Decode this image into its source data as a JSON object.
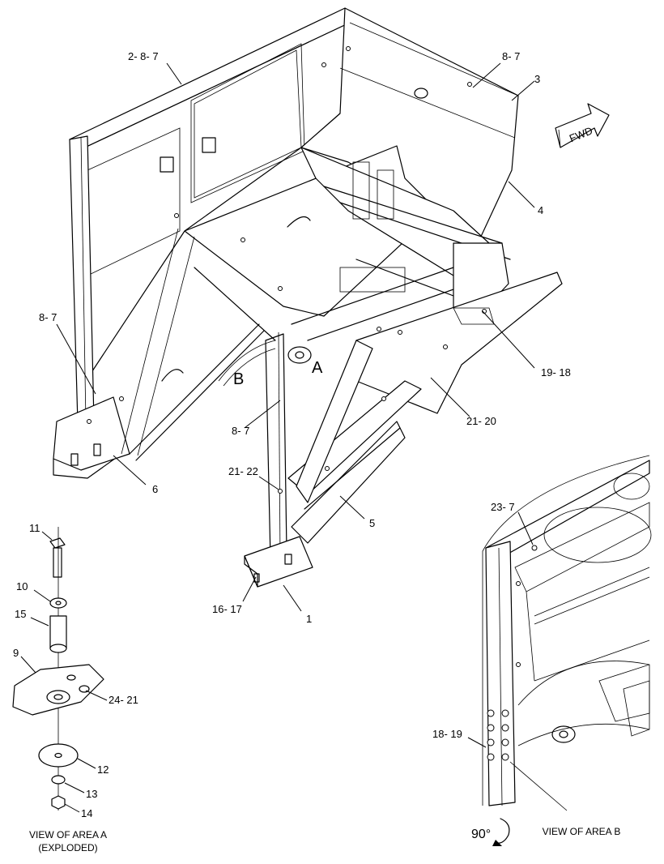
{
  "callouts": {
    "c_2_8_7": "2- 8- 7",
    "c_8_7_top": "8- 7",
    "c_3": "3",
    "c_4": "4",
    "c_8_7_left": "8- 7",
    "c_19_18": "19- 18",
    "c_21_20": "21- 20",
    "c_8_7_mid": "8- 7",
    "c_21_22": "21- 22",
    "c_6": "6",
    "c_5": "5",
    "c_16_17": "16- 17",
    "c_1": "1",
    "c_11": "11",
    "c_10": "10",
    "c_15": "15",
    "c_9": "9",
    "c_24_21": "24- 21",
    "c_12": "12",
    "c_13": "13",
    "c_14": "14",
    "c_23_7": "23- 7",
    "c_18_19": "18- 19"
  },
  "area_labels": {
    "a": "A",
    "b": "B"
  },
  "direction_arrow": {
    "label": "FWD",
    "icon": "forward-arrow-icon"
  },
  "captions": {
    "view_a_line1": "VIEW OF AREA A",
    "view_a_line2": "(EXPLODED)",
    "view_b": "VIEW OF AREA B",
    "rotation": "90°",
    "rotation_icon": "rotate-arrow-icon"
  }
}
